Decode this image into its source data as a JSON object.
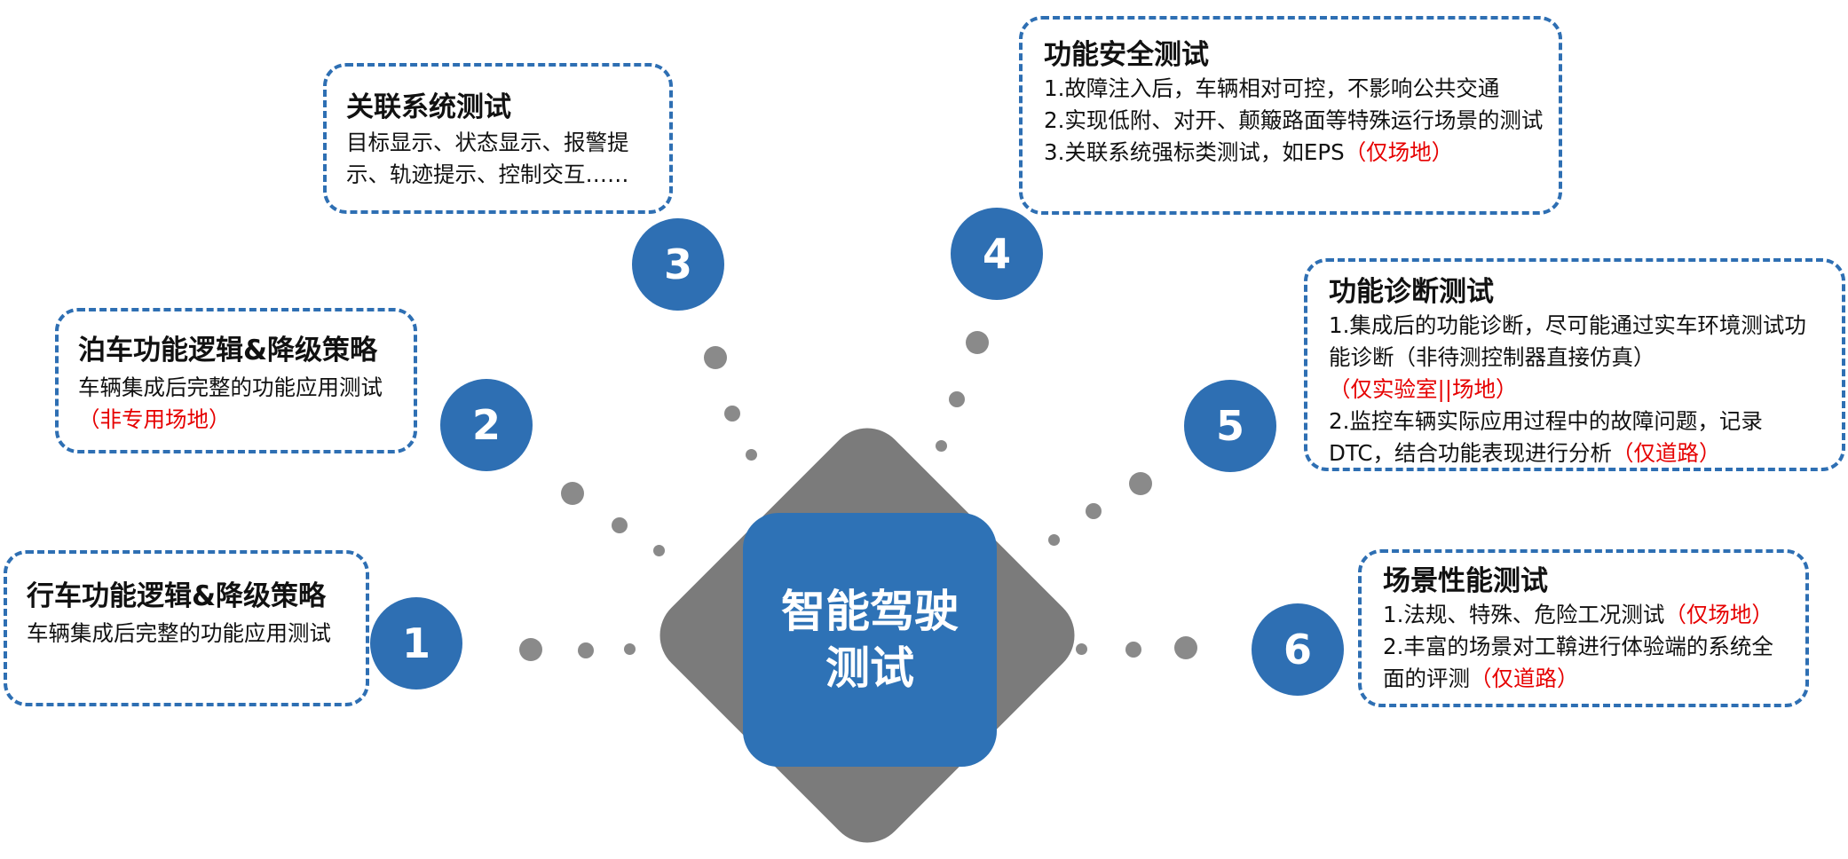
{
  "hub": {
    "label": "智能驾驶\n测试"
  },
  "nodes": [
    {
      "number": "1",
      "title": "行车功能逻辑&降级策略",
      "body": "车辆集成后完整的功能应用测试"
    },
    {
      "number": "2",
      "title": "泊车功能逻辑&降级策略",
      "body": "车辆集成后完整的功能应用测试",
      "body_note": "（非专用场地）"
    },
    {
      "number": "3",
      "title": "关联系统测试",
      "body": "目标显示、状态显示、报警提示、轨迹提示、控制交互……"
    },
    {
      "number": "4",
      "title": "功能安全测试",
      "items": [
        {
          "text": "1.故障注入后，车辆相对可控，不影响公共交通",
          "note": ""
        },
        {
          "text": "2.实现低附、对开、颠簸路面等特殊运行场景的测试",
          "note": ""
        },
        {
          "text": "3.关联系统强标类测试，如EPS",
          "note": "（仅场地）"
        }
      ]
    },
    {
      "number": "5",
      "title": "功能诊断测试",
      "items": [
        {
          "text": "1.集成后的功能诊断，尽可能通过实车环境测试功能诊断（非待测控制器直接仿真）",
          "note": "（仅实验室||场地）"
        },
        {
          "text": "2.监控车辆实际应用过程中的故障问题，记录DTC，结合功能表现进行分析",
          "note": "（仅道路）"
        }
      ]
    },
    {
      "number": "6",
      "title": "场景性能测试",
      "items": [
        {
          "text": "1.法规、特殊、危险工况测试",
          "note": "（仅场地）"
        },
        {
          "text": "2.丰富的场景对工鞥进行体验端的系统全面的评测",
          "note": "（仅道路）"
        }
      ]
    }
  ],
  "colors": {
    "accent": "#2e6fb3",
    "hub_back": "#7b7b7b",
    "dots": "#8a8a8a",
    "note_text": "#e60000"
  }
}
